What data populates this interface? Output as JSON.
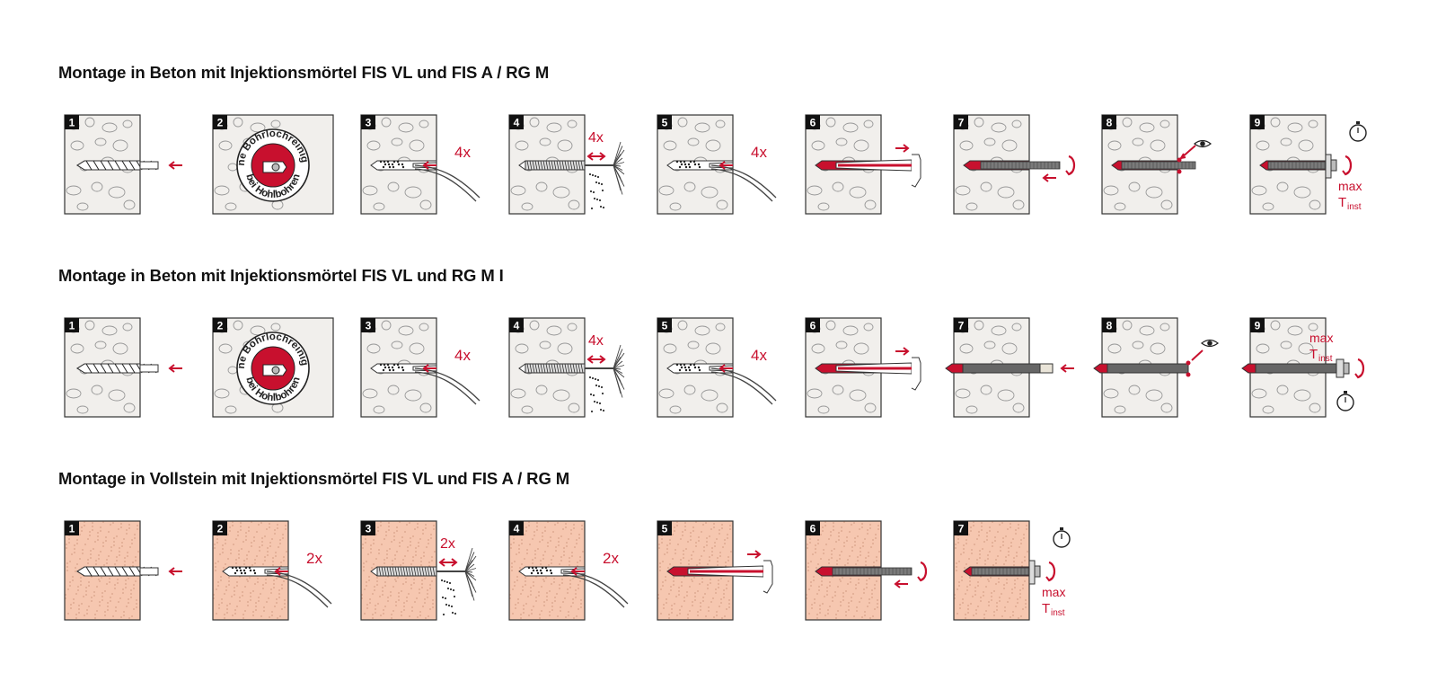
{
  "colors": {
    "accent": "#c8102e",
    "concrete_fill": "#f1efec",
    "brick_fill": "#f6c7b0",
    "outline": "#333333",
    "thread": "#7a7a7a"
  },
  "sections": [
    {
      "title": "Montage in Beton mit Injektionsmörtel FIS VL und FIS A / RG M",
      "material": "concrete",
      "steps": [
        {
          "n": "1",
          "kind": "drill"
        },
        {
          "n": "2",
          "kind": "badge",
          "ring_top": "Keine Bohrlochreinigung",
          "ring_bottom": "bei Hohlbohren"
        },
        {
          "n": "3",
          "kind": "blow",
          "label": "4x"
        },
        {
          "n": "4",
          "kind": "brush",
          "label": "4x"
        },
        {
          "n": "5",
          "kind": "blow",
          "label": "4x"
        },
        {
          "n": "6",
          "kind": "inject"
        },
        {
          "n": "7",
          "kind": "insert-rod"
        },
        {
          "n": "8",
          "kind": "inspect-rod"
        },
        {
          "n": "9",
          "kind": "torque-rod",
          "max": "max",
          "t": "T",
          "sub": "inst"
        }
      ]
    },
    {
      "title": "Montage in Beton mit Injektionsmörtel FIS VL und RG M I",
      "material": "concrete",
      "steps": [
        {
          "n": "1",
          "kind": "drill"
        },
        {
          "n": "2",
          "kind": "badge",
          "ring_top": "Keine Bohrlochreinigung",
          "ring_bottom": "bei Hohlbohren"
        },
        {
          "n": "3",
          "kind": "blow",
          "label": "4x"
        },
        {
          "n": "4",
          "kind": "brush",
          "label": "4x"
        },
        {
          "n": "5",
          "kind": "blow",
          "label": "4x"
        },
        {
          "n": "6",
          "kind": "inject"
        },
        {
          "n": "7",
          "kind": "insert-sleeve"
        },
        {
          "n": "8",
          "kind": "inspect-sleeve"
        },
        {
          "n": "9",
          "kind": "torque-sleeve",
          "max": "max",
          "t": "T",
          "sub": "inst"
        }
      ]
    },
    {
      "title": "Montage in Vollstein mit Injektionsmörtel FIS VL und FIS A / RG M",
      "material": "brick",
      "steps": [
        {
          "n": "1",
          "kind": "drill"
        },
        {
          "n": "2",
          "kind": "blow",
          "label": "2x"
        },
        {
          "n": "3",
          "kind": "brush",
          "label": "2x"
        },
        {
          "n": "4",
          "kind": "blow",
          "label": "2x"
        },
        {
          "n": "5",
          "kind": "inject"
        },
        {
          "n": "6",
          "kind": "insert-rod"
        },
        {
          "n": "7",
          "kind": "torque-rod",
          "max": "max",
          "t": "T",
          "sub": "inst"
        }
      ]
    }
  ]
}
